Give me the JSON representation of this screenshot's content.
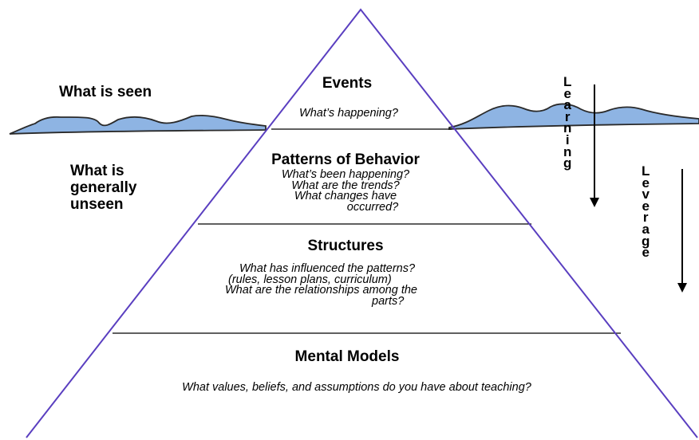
{
  "side_labels": {
    "seen": "What is seen",
    "unseen": [
      "What is",
      "generally",
      "unseen"
    ]
  },
  "layers": {
    "events": {
      "title": "Events",
      "questions": [
        "What’s happening?"
      ]
    },
    "patterns": {
      "title": "Patterns of Behavior",
      "questions": [
        "What’s been happening?",
        "What are the trends?",
        "What changes have",
        "occurred?"
      ]
    },
    "structures": {
      "title": "Structures",
      "questions": [
        "What has influenced the patterns?",
        "(rules, lesson plans, curriculum)",
        "What are the relationships among the",
        "parts?"
      ]
    },
    "mental_models": {
      "title": "Mental Models",
      "questions": [
        "What values, beliefs, and assumptions do you have about teaching?"
      ]
    }
  },
  "arrows": {
    "learning": [
      "L",
      "e",
      "a",
      "r",
      "n",
      "i",
      "n",
      "g"
    ],
    "leverage": [
      "L",
      "e",
      "v",
      "e",
      "r",
      "a",
      "g",
      "e"
    ]
  },
  "colors": {
    "pyramid_outline": "#5a3fc0",
    "water": "#8eb4e3",
    "water_outline": "#2a2a2a",
    "text": "#000000"
  }
}
